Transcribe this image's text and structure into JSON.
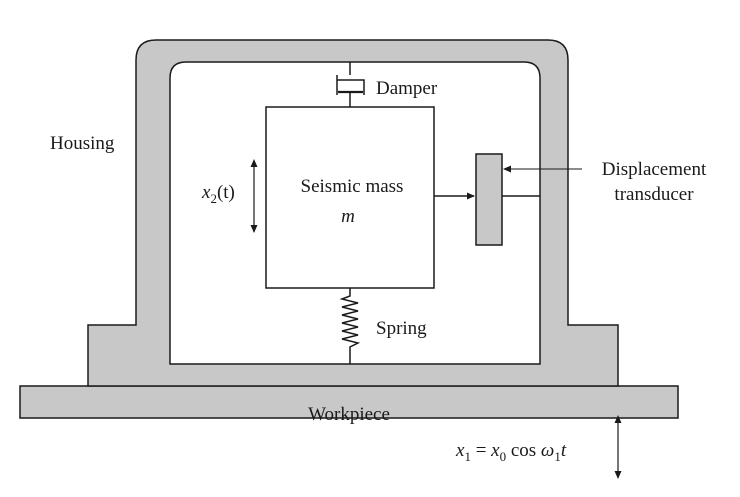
{
  "labels": {
    "housing": "Housing",
    "damper": "Damper",
    "mass_line1": "Seismic mass",
    "mass_line2": "m",
    "x2_base": "x",
    "x2_sub": "2",
    "x2_tail": "(t)",
    "transducer_line1": "Displacement",
    "transducer_line2": "transducer",
    "spring": "Spring",
    "workpiece": "Workpiece",
    "eq_x": "x",
    "eq_x_sub": "1",
    "eq_eq": " = ",
    "eq_x0": "x",
    "eq_x0_sub": "0",
    "eq_cos": " cos ",
    "eq_omega": "ω",
    "eq_omega_sub": "1",
    "eq_t": "t"
  },
  "colors": {
    "fill_gray": "#c8c8c8",
    "stroke": "#1a1a1a"
  }
}
